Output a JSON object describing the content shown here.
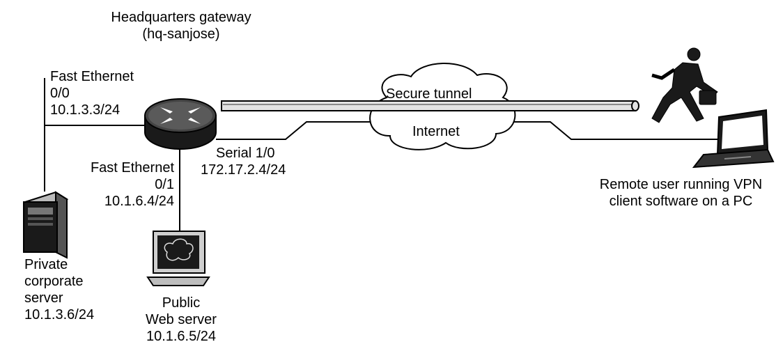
{
  "gateway": {
    "title_line1": "Headquarters gateway",
    "title_line2": "(hq-sanjose)"
  },
  "fe00": {
    "name": "Fast Ethernet",
    "port": "0/0",
    "ip": "10.1.3.3/24"
  },
  "fe01": {
    "name": "Fast Ethernet",
    "port": "0/1",
    "ip": "10.1.6.4/24"
  },
  "serial": {
    "name": "Serial 1/0",
    "ip": "172.17.2.4/24"
  },
  "tunnel": {
    "label": "Secure tunnel"
  },
  "internet": {
    "label": "Internet"
  },
  "remote": {
    "line1": "Remote user running VPN",
    "line2": "client software on a PC"
  },
  "private_server": {
    "line1": "Private",
    "line2": "corporate",
    "line3": "server",
    "ip": "10.1.3.6/24"
  },
  "web_server": {
    "line1": "Public",
    "line2": "Web server",
    "ip": "10.1.6.5/24"
  },
  "icons": {
    "router": "router-icon",
    "server": "server-tower-icon",
    "web": "workstation-icon",
    "laptop": "laptop-icon",
    "person": "running-person-icon",
    "cloud": "cloud-icon"
  }
}
